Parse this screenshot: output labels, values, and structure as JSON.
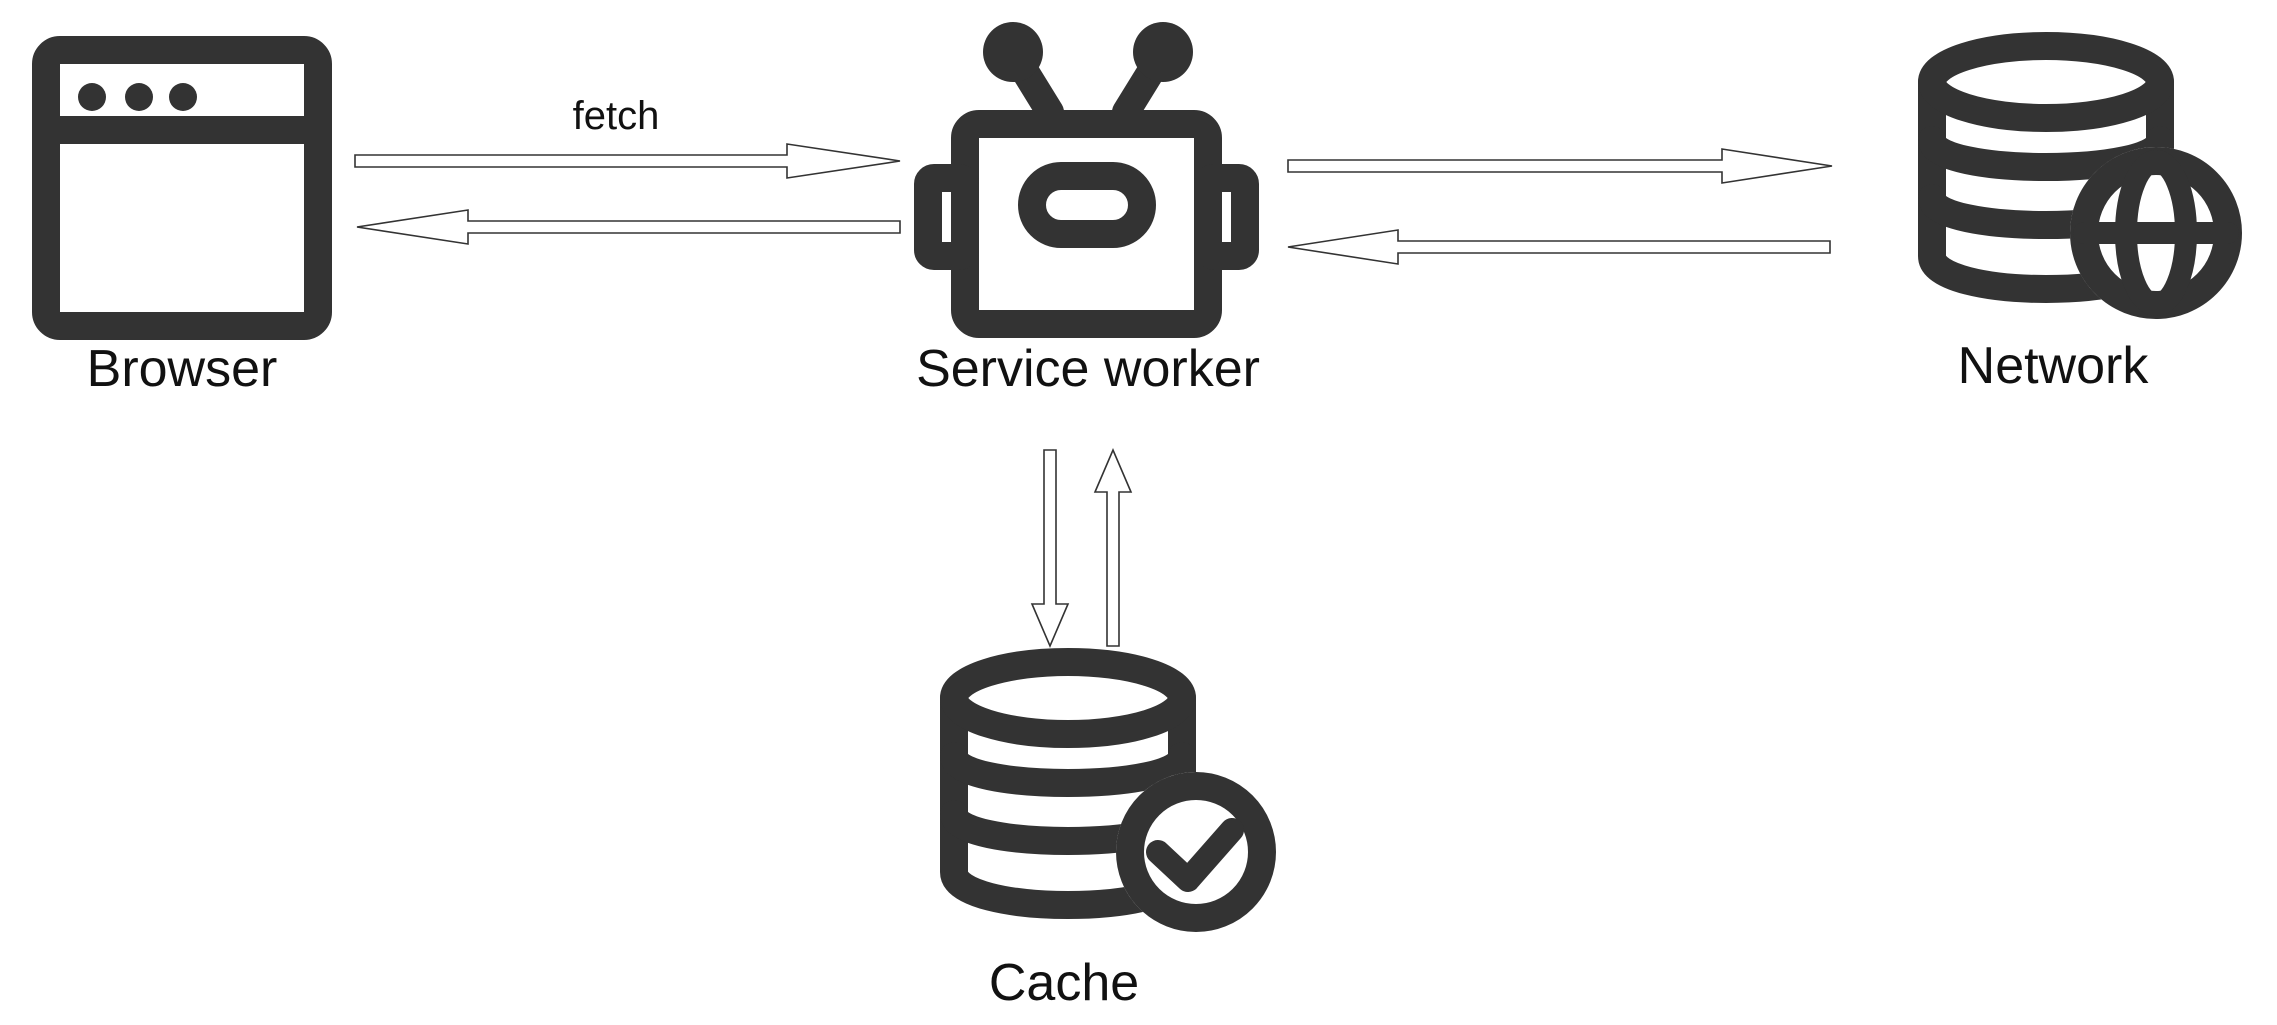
{
  "nodes": {
    "browser": {
      "label": "Browser",
      "icon": "browser-window-icon"
    },
    "service_worker": {
      "label": "Service worker",
      "icon": "robot-icon"
    },
    "network": {
      "label": "Network",
      "icon": "database-globe-icon"
    },
    "cache": {
      "label": "Cache",
      "icon": "database-check-icon"
    }
  },
  "edges": [
    {
      "from": "browser",
      "to": "service_worker",
      "label": "fetch"
    },
    {
      "from": "service_worker",
      "to": "browser",
      "label": ""
    },
    {
      "from": "service_worker",
      "to": "network",
      "label": ""
    },
    {
      "from": "network",
      "to": "service_worker",
      "label": ""
    },
    {
      "from": "service_worker",
      "to": "cache",
      "label": ""
    },
    {
      "from": "cache",
      "to": "service_worker",
      "label": ""
    }
  ],
  "colors": {
    "icon": "#333333",
    "arrow_stroke": "#333333",
    "background": "#ffffff"
  }
}
